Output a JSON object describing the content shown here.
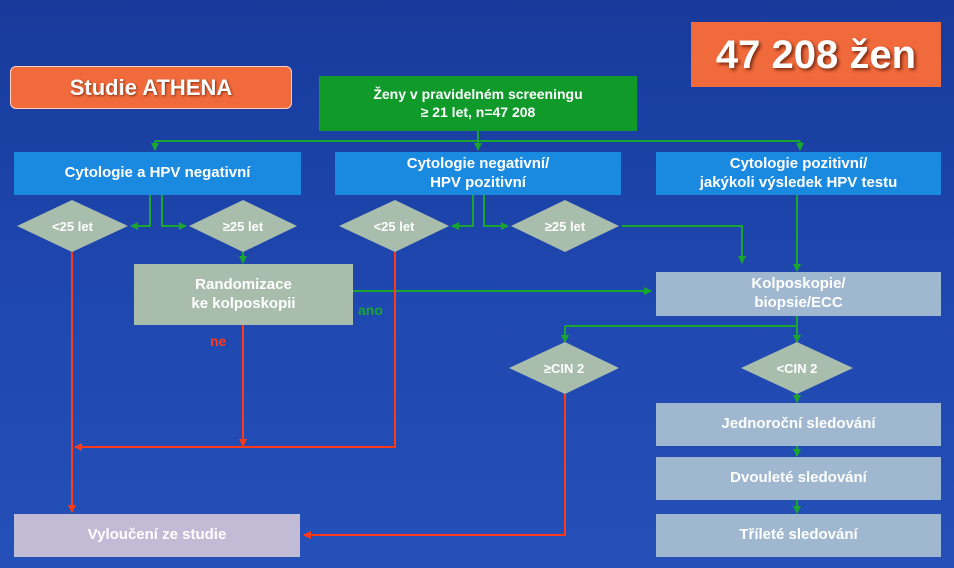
{
  "title": "Studie ATHENA",
  "count_badge": "47 208 žen",
  "root": "Ženy v pravidelném screeningu\n≥ 21 let, n=47 208",
  "groups": {
    "negative": "Cytologie a HPV negativní",
    "hpv_positive": "Cytologie negativní/\nHPV pozitivní",
    "cyto_positive": "Cytologie pozitivní/\njakýkoli výsledek HPV testu"
  },
  "age_split": {
    "under25_a": "<25 let",
    "over25_a": "≥25 let",
    "under25_b": "<25 let",
    "over25_b": "≥25 let"
  },
  "randomization": "Randomizace\nke kolposkopii",
  "answers": {
    "yes": "ano",
    "no": "ne"
  },
  "colposcopy": "Kolposkopie/\nbiopsie/ECC",
  "cin": {
    "high": "≥CIN 2",
    "low": "<CIN 2"
  },
  "follow_up": {
    "one_year": "Jednoroční sledování",
    "two_year": "Dvouleté sledování",
    "three_year": "Tříleté sledování"
  },
  "exclusion": "Vyloučení ze studie",
  "colors": {
    "background": "#1f48b0",
    "green_box": "#0f9a2a",
    "blue_box": "#1a8ae0",
    "grey_green": "#a9bdad",
    "steel_blue": "#9fb7cf",
    "lilac": "#c2bbd6",
    "orange": "#f06a3c",
    "green_arrow": "#1aa531",
    "red_arrow": "#ff3a1a"
  }
}
